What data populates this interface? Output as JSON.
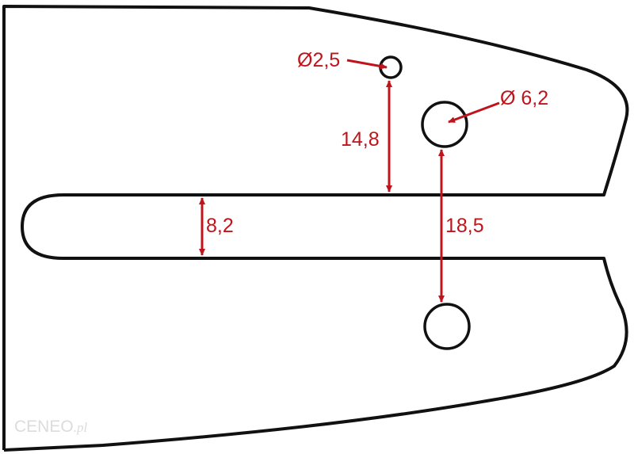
{
  "diagram": {
    "type": "technical-drawing",
    "subject": "chainsaw guide bar mount end",
    "colors": {
      "outline": "#111111",
      "dimension": "#c0141c",
      "background": "#ffffff",
      "watermark": "#dcdcdc"
    },
    "dimensions": {
      "small_hole_diameter": "Ø2,5",
      "large_hole_diameter": "Ø 6,2",
      "small_hole_to_slot": "14,8",
      "slot_width": "8,2",
      "hole_spacing": "18,5"
    }
  },
  "watermark": {
    "brand": "CENEO",
    "suffix": ".pl"
  }
}
